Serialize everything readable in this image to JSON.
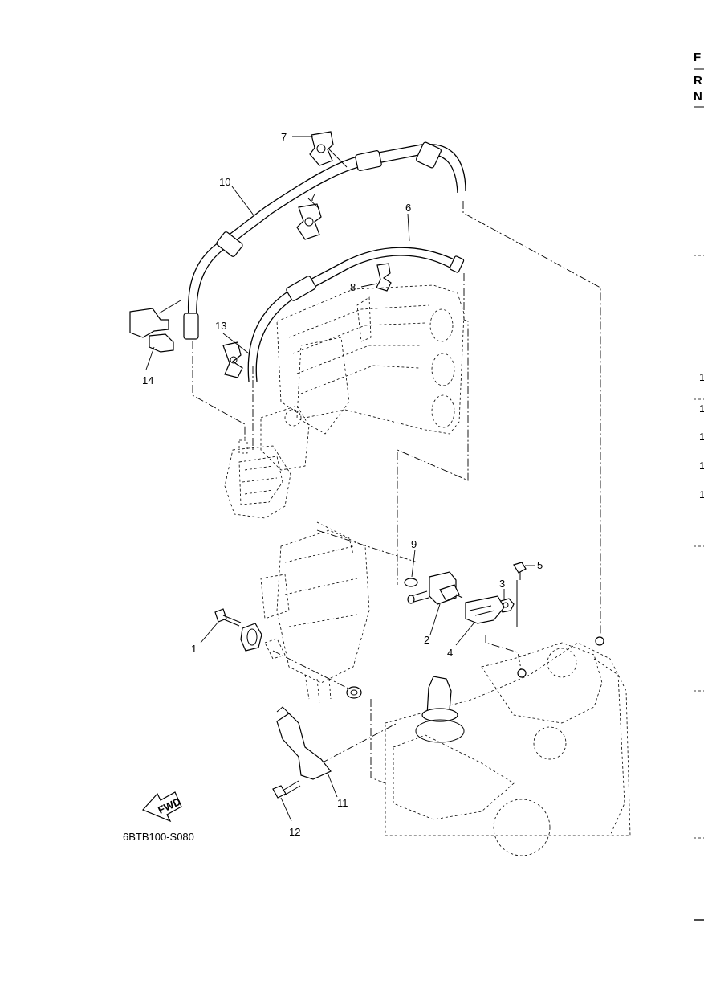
{
  "diagram": {
    "code": "6BTB100-S080",
    "fwd_label": "FWD",
    "callouts": [
      {
        "id": "c1",
        "label": "1"
      },
      {
        "id": "c2",
        "label": "2"
      },
      {
        "id": "c3",
        "label": "3"
      },
      {
        "id": "c4",
        "label": "4"
      },
      {
        "id": "c5",
        "label": "5"
      },
      {
        "id": "c6",
        "label": "6"
      },
      {
        "id": "c7a",
        "label": "7"
      },
      {
        "id": "c7b",
        "label": "7"
      },
      {
        "id": "c8",
        "label": "8"
      },
      {
        "id": "c9",
        "label": "9"
      },
      {
        "id": "c10",
        "label": "10"
      },
      {
        "id": "c11",
        "label": "11"
      },
      {
        "id": "c12",
        "label": "12"
      },
      {
        "id": "c13",
        "label": "13"
      },
      {
        "id": "c14",
        "label": "14"
      }
    ]
  },
  "edge_text": {
    "top": [
      "F",
      "R",
      "N"
    ],
    "side": [
      "1",
      "1",
      "1",
      "1",
      "1"
    ]
  }
}
